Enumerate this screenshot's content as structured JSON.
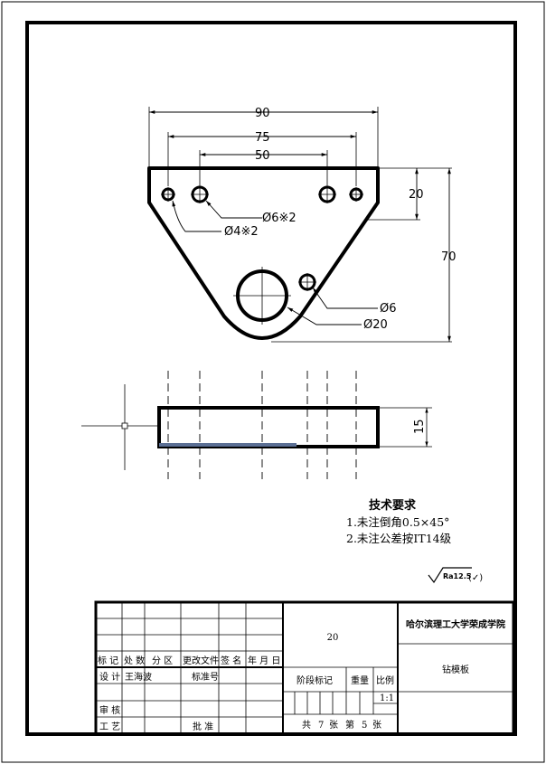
{
  "dimensions": {
    "overall_width": "90",
    "outer_hole_spacing": "75",
    "inner_hole_spacing": "50",
    "hole_row_offset": "20",
    "overall_height": "70",
    "thickness": "15",
    "hole_small": "Ø4※2",
    "hole_pair": "Ø6※2",
    "hole_single": "Ø6",
    "center_bore": "Ø20"
  },
  "technical_requirements": {
    "heading": "技术要求",
    "items": [
      "1.未注倒角0.5×45°",
      "2.未注公差按IT14级"
    ]
  },
  "roughness": {
    "value": "Ra12.5",
    "suffix": "(✓)"
  },
  "title_block": {
    "headers": [
      "标 记",
      "处 数",
      "分 区",
      "更改文件",
      "签 名",
      "年 月 日"
    ],
    "design_label": "设 计",
    "designer": "王海波",
    "standard_label": "标准号",
    "review_label": "审 核",
    "process_label": "工 艺",
    "approve_label": "批 准",
    "stage_label": "阶段标记",
    "weight_label": "重量",
    "scale_label": "比例",
    "scale_value": "1:1",
    "drawing_number": "20",
    "organization": "哈尔滨理工大学荣成学院",
    "part_name": "钻模板",
    "sheet_total_prefix": "共",
    "sheet_total": "7",
    "sheet_unit1": "张",
    "sheet_index_prefix": "第",
    "sheet_index": "5",
    "sheet_unit2": "张"
  }
}
